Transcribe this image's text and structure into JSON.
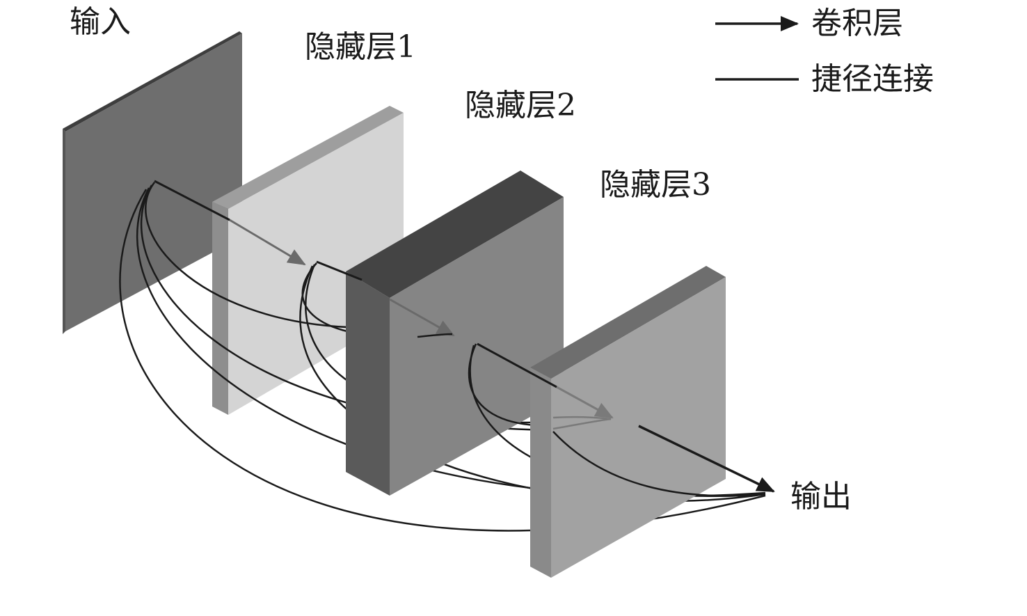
{
  "labels": {
    "input": "输入",
    "hidden1": "隐藏层1",
    "hidden2": "隐藏层2",
    "hidden3": "隐藏层3",
    "output": "输出"
  },
  "legend": {
    "conv_layer": "卷积层",
    "shortcut": "捷径连接"
  },
  "colors": {
    "input_face": "#6e6e6e",
    "hidden1_face": "#d4d4d4",
    "hidden2_face": "#858585",
    "hidden3_face": "#a2a2a2",
    "line": "#1a1a1a"
  }
}
